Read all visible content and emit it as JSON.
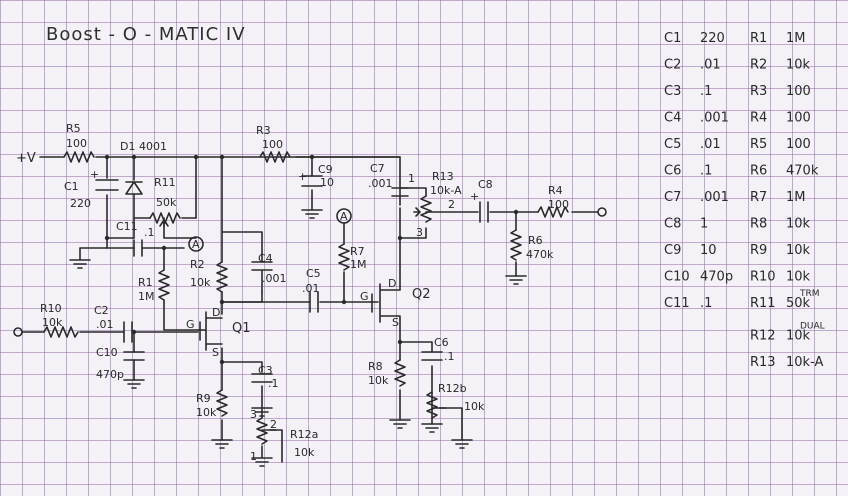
{
  "title": "Boost - O - MATIC IV",
  "supply": "+V",
  "labels": {
    "r5": "R5",
    "r5_val": "100",
    "d1": "D1 4001",
    "r3": "R3",
    "r3_val": "100",
    "c1": "C1",
    "c1_val": "220",
    "r11": "R11",
    "r11_val": "50k",
    "c9": "C9",
    "c9_val": "10",
    "c7": "C7",
    "c7_val": ".001",
    "r13": "R13",
    "r13_val": "10k-A",
    "c8": "C8",
    "r4": "R4",
    "r4_val": "100",
    "r6": "R6",
    "r6_val": "470k",
    "c11": "C11",
    "c11_val": ".1",
    "r7": "R7",
    "r7_val": "1M",
    "r2": "R2",
    "r2_val": "10k",
    "c4": "C4",
    "c4_val": ".001",
    "r1": "R1",
    "r1_val": "1M",
    "c5": "C5",
    "c5_val": ".01",
    "q2": "Q2",
    "q1": "Q1",
    "r10": "R10",
    "r10_val": "10k",
    "c2": "C2",
    "c2_val": ".01",
    "c10": "C10",
    "c10_val": "470p",
    "c6": "C6",
    "c6_val": ".1",
    "c3": "C3",
    "c3_val": ".1",
    "r8": "R8",
    "r8_val": "10k",
    "r9": "R9",
    "r9_val": "10k",
    "r12b": "R12b",
    "r12b_val": "10k",
    "r12a": "R12a",
    "r12a_val": "10k",
    "node_a": "A",
    "pin_d": "D",
    "pin_g": "G",
    "pin_s": "S",
    "pin_1": "1",
    "pin_2": "2",
    "pin_3": "3",
    "plus": "+"
  },
  "parts_list": [
    {
      "c": "C1",
      "cv": "220",
      "r": "R1",
      "rv": "1M",
      "note": ""
    },
    {
      "c": "C2",
      "cv": ".01",
      "r": "R2",
      "rv": "10k",
      "note": ""
    },
    {
      "c": "C3",
      "cv": ".1",
      "r": "R3",
      "rv": "100",
      "note": ""
    },
    {
      "c": "C4",
      "cv": ".001",
      "r": "R4",
      "rv": "100",
      "note": ""
    },
    {
      "c": "C5",
      "cv": ".01",
      "r": "R5",
      "rv": "100",
      "note": ""
    },
    {
      "c": "C6",
      "cv": ".1",
      "r": "R6",
      "rv": "470k",
      "note": ""
    },
    {
      "c": "C7",
      "cv": ".001",
      "r": "R7",
      "rv": "1M",
      "note": ""
    },
    {
      "c": "C8",
      "cv": "1",
      "r": "R8",
      "rv": "10k",
      "note": ""
    },
    {
      "c": "C9",
      "cv": "10",
      "r": "R9",
      "rv": "10k",
      "note": ""
    },
    {
      "c": "C10",
      "cv": "470p",
      "r": "R10",
      "rv": "10k",
      "note": ""
    },
    {
      "c": "C11",
      "cv": ".1",
      "r": "R11",
      "rv": "50k",
      "note": "TRM"
    },
    {
      "c": "",
      "cv": "",
      "r": "R12",
      "rv": "10k",
      "note": "DUAL"
    },
    {
      "c": "",
      "cv": "",
      "r": "R13",
      "rv": "10k-A",
      "note": ""
    }
  ]
}
